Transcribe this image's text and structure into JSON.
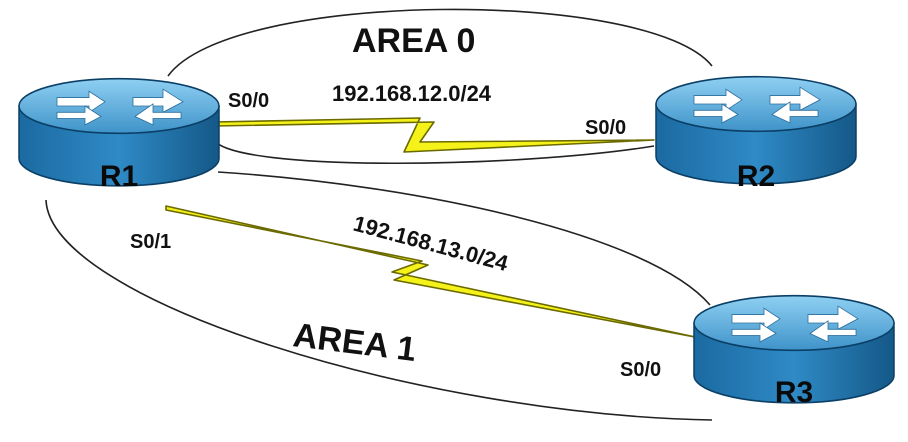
{
  "areas": [
    {
      "id": "area0",
      "label": "AREA 0"
    },
    {
      "id": "area1",
      "label": "AREA 1"
    }
  ],
  "routers": [
    {
      "id": "r1",
      "label": "R1"
    },
    {
      "id": "r2",
      "label": "R2"
    },
    {
      "id": "r3",
      "label": "R3"
    }
  ],
  "links": [
    {
      "id": "r1-r2",
      "network": "192.168.12.0/24",
      "a_interface": "S0/0",
      "b_interface": "S0/0"
    },
    {
      "id": "r1-r3",
      "network": "192.168.13.0/24",
      "a_interface": "S0/1",
      "b_interface": "S0/0"
    }
  ],
  "colors": {
    "router_top": "#58a8d8",
    "router_side": "#1f78b4",
    "router_edge": "#0b3f66",
    "serial_link": "#f5f21a",
    "serial_link_edge": "#6b6a00",
    "area_outline": "#222222"
  },
  "icons": {
    "router": "router-icon",
    "serial": "serial-link-zigzag"
  }
}
